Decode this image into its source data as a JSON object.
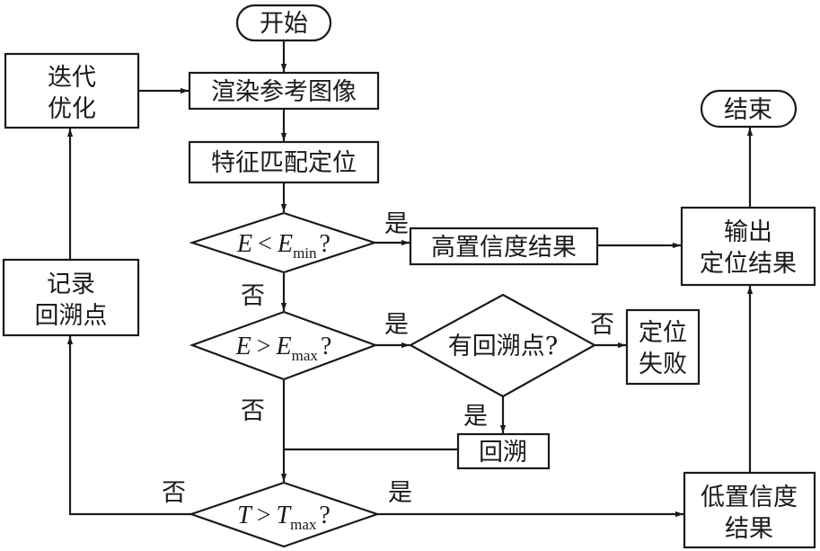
{
  "nodes": {
    "start": "开始",
    "end": "结束",
    "render": "渲染参考图像",
    "match": "特征匹配定位",
    "iterate": [
      "迭代",
      "优化"
    ],
    "record": [
      "记录",
      "回溯点"
    ],
    "high_conf": "高置信度结果",
    "output": [
      "输出",
      "定位结果"
    ],
    "fail": [
      "定位",
      "失败"
    ],
    "backtrack": "回溯",
    "low_conf": [
      "低置信度",
      "结果"
    ],
    "has_backtrack": "有回溯点?"
  },
  "conditions": {
    "c1": {
      "lhs": "E",
      "op": "<",
      "rhs": "E",
      "sub": "min",
      "q": "?"
    },
    "c2": {
      "lhs": "E",
      "op": ">",
      "rhs": "E",
      "sub": "max",
      "q": "?"
    },
    "c3": {
      "lhs": "T",
      "op": ">",
      "rhs": "T",
      "sub": "max",
      "q": "?"
    }
  },
  "edge_labels": {
    "yes": "是",
    "no": "否"
  }
}
